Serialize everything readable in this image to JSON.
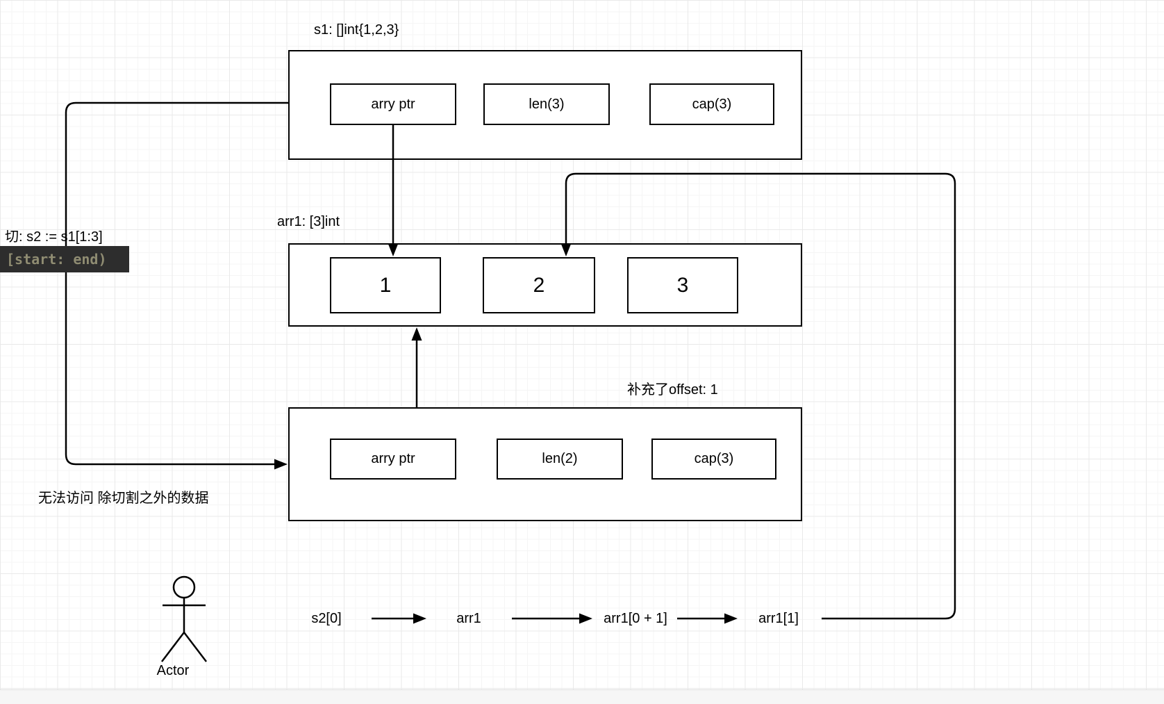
{
  "s1_box": {
    "title": "s1: []int{1,2,3}",
    "cells": [
      "arry ptr",
      "len(3)",
      "cap(3)"
    ]
  },
  "arr1_box": {
    "title": "arr1: [3]int",
    "cells": [
      "1",
      "2",
      "3"
    ]
  },
  "s2_box": {
    "title": "补充了offset: 1",
    "cells": [
      "arry ptr",
      "len(2)",
      "cap(3)"
    ]
  },
  "notes": {
    "slice_expr": "切:  s2 := s1[1:3]",
    "range_badge": "[start: end)",
    "no_access": "无法访问 除切割之外的数据"
  },
  "actor": {
    "label": "Actor"
  },
  "flow": {
    "steps": [
      "s2[0]",
      "arr1",
      "arr1[0 + 1]",
      "arr1[1]"
    ]
  },
  "colors": {
    "stroke": "#000000",
    "badge_bg": "#2d2d2d",
    "badge_text": "#8f8c72",
    "grid_minor": "#f5f5f5",
    "grid_major": "#e9e9e9",
    "background": "#ffffff"
  }
}
